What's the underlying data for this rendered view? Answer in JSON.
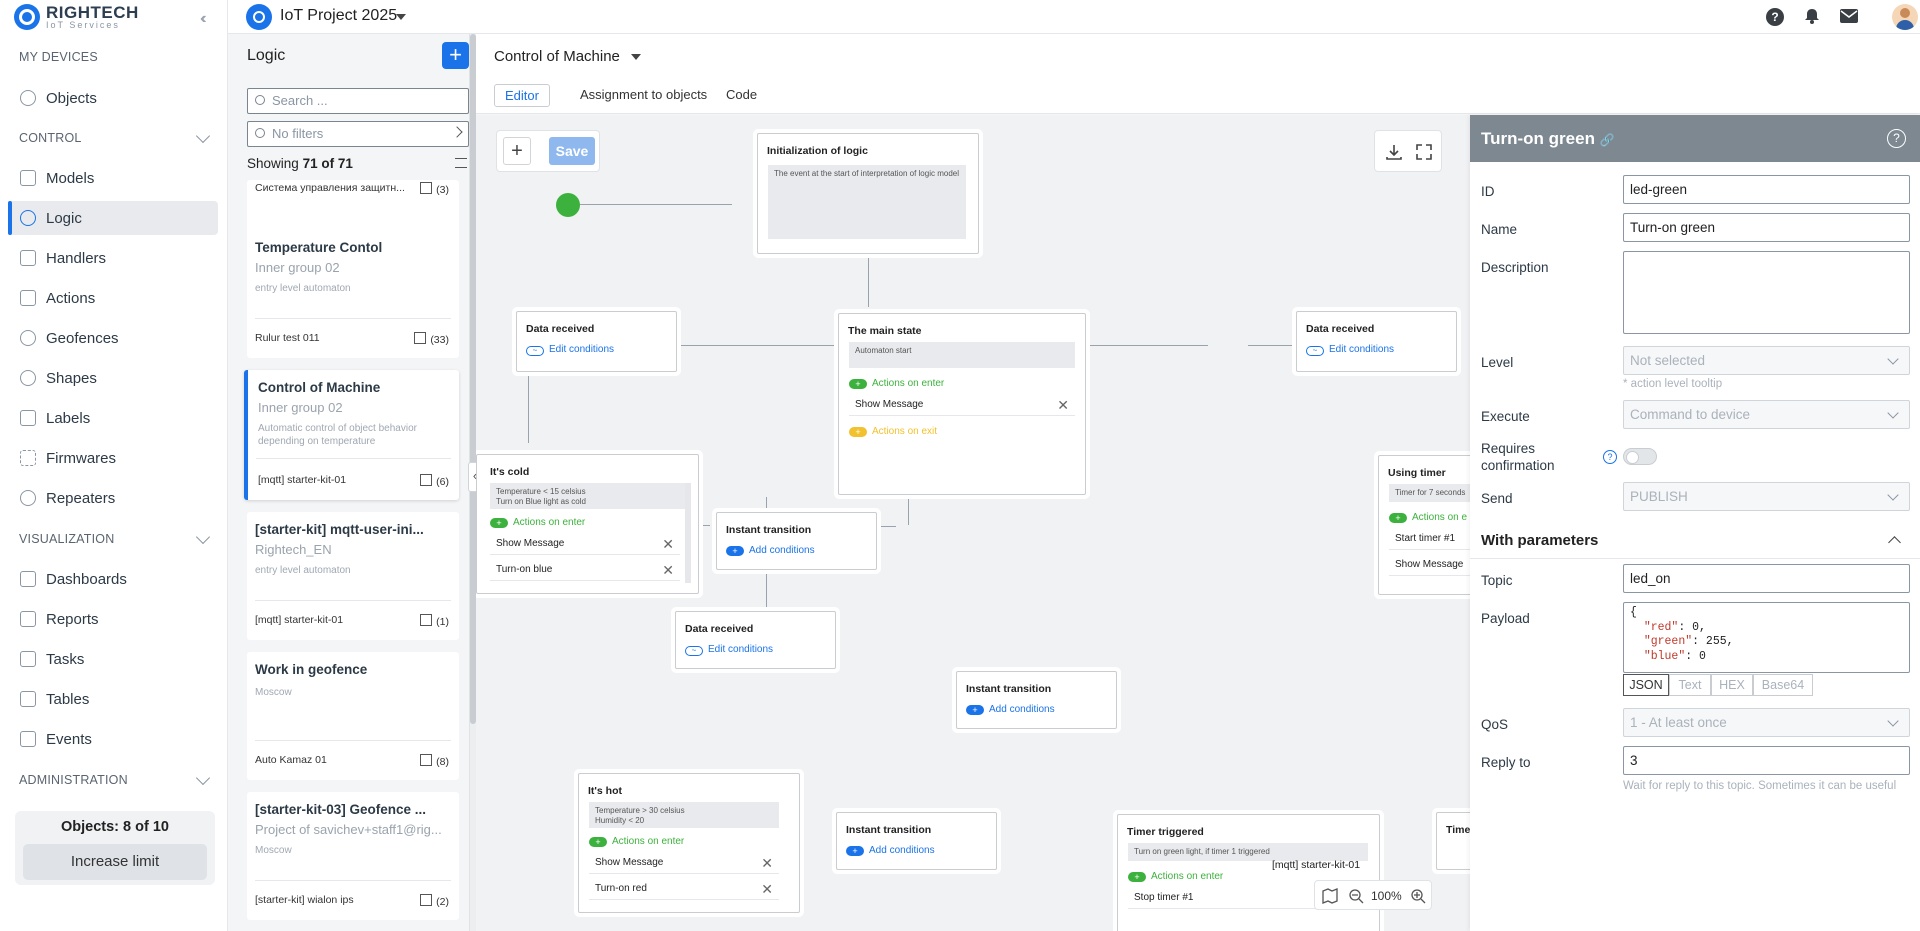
{
  "brand": {
    "name": "RIGHTECH",
    "tagline": "IoT Services"
  },
  "nav": {
    "sections": {
      "devices": "MY DEVICES",
      "control": "CONTROL",
      "visualization": "VISUALIZATION",
      "administration": "ADMINISTRATION"
    },
    "items": [
      "Objects",
      "Models",
      "Logic",
      "Handlers",
      "Actions",
      "Geofences",
      "Shapes",
      "Labels",
      "Firmwares",
      "Repeaters",
      "Dashboards",
      "Reports",
      "Tasks",
      "Tables",
      "Events"
    ],
    "limit_text": "Objects: 8 of 10",
    "limit_button": "Increase limit"
  },
  "topbar": {
    "project": "IoT Project 2025"
  },
  "logic_panel": {
    "title": "Logic",
    "search_placeholder": "Search ...",
    "filter_placeholder": "No filters",
    "showing_prefix": "Showing",
    "showing_count": "71 of 71",
    "cards": [
      {
        "title": "",
        "subtitle": "",
        "desc": "",
        "object": "Система управления защитн...",
        "count": "(3)"
      },
      {
        "title": "Temperature Contol",
        "subtitle": "Inner group 02",
        "desc": "entry level automaton",
        "object": "Rulur test 011",
        "count": "(33)"
      },
      {
        "title": "Control of Machine",
        "subtitle": "Inner group 02",
        "desc": "Automatic control of object behavior depending on temperature",
        "object": "[mqtt] starter-kit-01",
        "count": "(6)"
      },
      {
        "title": "[starter-kit] mqtt-user-ini...",
        "subtitle": "Rightech_EN",
        "desc": "entry level automaton",
        "object": "[mqtt] starter-kit-01",
        "count": "(1)"
      },
      {
        "title": "Work in geofence",
        "subtitle": "Moscow",
        "desc": "",
        "object": "Auto Kamaz 01",
        "count": "(8)"
      },
      {
        "title": "[starter-kit-03] Geofence ...",
        "subtitle": "Project of savichev+staff1@rig...",
        "desc": "Moscow",
        "object": "[starter-kit] wialon ips",
        "count": "(2)"
      }
    ]
  },
  "main": {
    "title": "Control of Machine",
    "tabs": [
      "Editor",
      "Assignment to objects",
      "Code"
    ],
    "save_label": "Save",
    "zoom": "100%",
    "object_label": "[mqtt] starter-kit-01"
  },
  "nodes": {
    "init": {
      "title": "Initialization of logic",
      "desc": "The event at the start of interpretation of logic model"
    },
    "main": {
      "title": "The main state",
      "desc": "Automaton start",
      "enter": "Actions on enter",
      "action": "Show Message",
      "exit": "Actions on exit"
    },
    "data1": {
      "title": "Data received",
      "btn": "Edit conditions"
    },
    "data2": {
      "title": "Data received",
      "btn": "Edit conditions"
    },
    "data3": {
      "title": "Data received",
      "btn": "Edit conditions"
    },
    "cold": {
      "title": "It's cold",
      "desc1": "Temperature < 15 celsius",
      "desc2": "Turn on Blue light as cold",
      "enter": "Actions on enter",
      "a1": "Show Message",
      "a2": "Turn-on blue"
    },
    "hot": {
      "title": "It's hot",
      "desc1": "Temperature > 30 celsius",
      "desc2": "Humidity < 20",
      "enter": "Actions on enter",
      "a1": "Show Message",
      "a2": "Turn-on red"
    },
    "inst1": {
      "title": "Instant transition",
      "btn": "Add conditions"
    },
    "inst2": {
      "title": "Instant transition",
      "btn": "Add conditions"
    },
    "inst3": {
      "title": "Instant transition",
      "btn": "Add conditions"
    },
    "timer": {
      "title": "Using timer",
      "desc": "Timer for 7 seconds",
      "enter": "Actions on e",
      "a1": "Start timer #1",
      "a2": "Show Message"
    },
    "triggered": {
      "title": "Timer triggered",
      "desc": "Turn on green light, if timer 1 triggered",
      "enter": "Actions on enter",
      "a1": "Stop timer #1"
    },
    "partial": {
      "title": "Time"
    }
  },
  "props": {
    "title": "Turn-on green",
    "id_label": "ID",
    "id": "led-green",
    "name_label": "Name",
    "name": "Turn-on green",
    "desc_label": "Description",
    "level_label": "Level",
    "level_placeholder": "Not selected",
    "level_hint": "* action level tooltip",
    "execute_label": "Execute",
    "execute": "Command to device",
    "confirm_label": "Requires confirmation",
    "send_label": "Send",
    "send": "PUBLISH",
    "params_title": "With parameters",
    "topic_label": "Topic",
    "topic": "led_on",
    "payload_label": "Payload",
    "formats": [
      "JSON",
      "Text",
      "HEX",
      "Base64"
    ],
    "qos_label": "QoS",
    "qos": "1 - At least once",
    "reply_label": "Reply to",
    "reply": "3",
    "reply_hint": "Wait for reply to this topic. Sometimes it can be useful"
  },
  "colors": {
    "accent": "#1a73e8",
    "green": "#3db13d",
    "yellow": "#f2c12e",
    "header": "#7d8891"
  }
}
